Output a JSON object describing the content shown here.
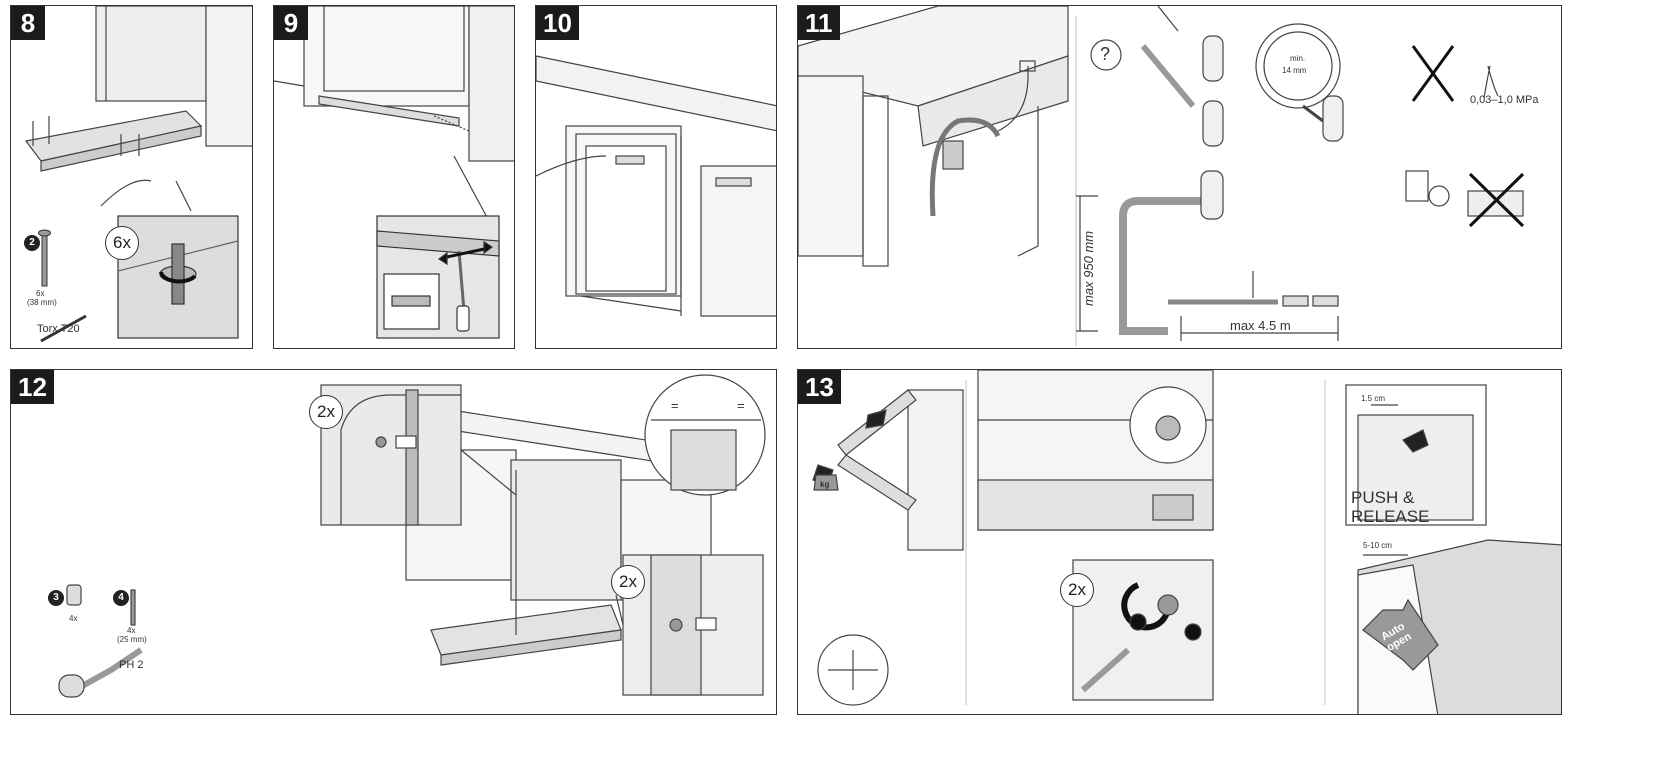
{
  "panels": [
    {
      "number": "8"
    },
    {
      "number": "9"
    },
    {
      "number": "10"
    },
    {
      "number": "11"
    },
    {
      "number": "12"
    },
    {
      "number": "13"
    }
  ],
  "step8": {
    "qty_circle": "6x",
    "part_number": "2",
    "screw_qty": "6x",
    "screw_size": "(38 mm)",
    "tool": "Torx T20"
  },
  "step11": {
    "question": "?",
    "min_label": "min.",
    "min_value": "14 mm",
    "pressure": "0,03–1,0 MPa",
    "height_label": "max 950 mm",
    "length_label": "max 4.5 m"
  },
  "step12": {
    "qty_top": "2x",
    "qty_bottom": "2x",
    "part3_number": "3",
    "part3_qty": "4x",
    "part4_number": "4",
    "part4_qty": "4x",
    "part4_size": "(25 mm)",
    "tool": "PH 2",
    "equal_left": "=",
    "equal_right": "="
  },
  "step13": {
    "kg": "kg",
    "qty": "2x",
    "gap_small": "1.5 cm",
    "push_release": "PUSH &\nRELEASE",
    "gap_large": "5-10 cm",
    "auto_open": "Auto\nopen"
  },
  "colors": {
    "panel_border": "#333333",
    "badge_bg": "#1b1b1b",
    "gray_fill": "#d9d9d9"
  }
}
